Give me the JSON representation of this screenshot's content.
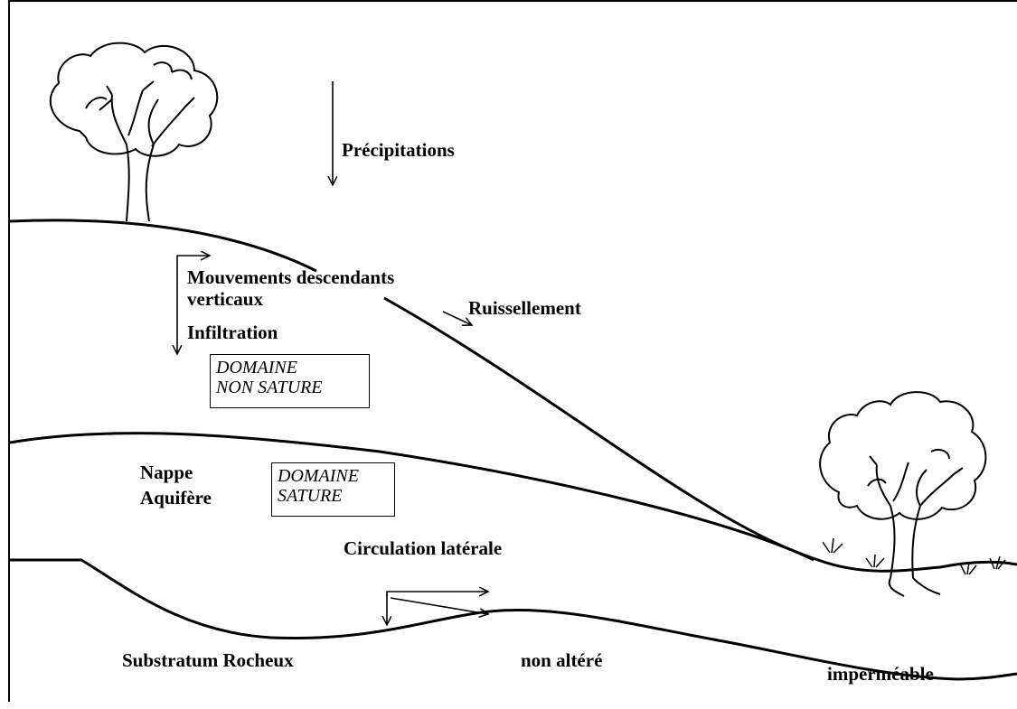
{
  "labels": {
    "precipitations": "Précipitations",
    "mouvements_line1": "Mouvements descendants",
    "mouvements_line2": "verticaux",
    "infiltration": "Infiltration",
    "ruissellement": "Ruissellement",
    "nappe_line1": "Nappe",
    "nappe_line2": "Aquifère",
    "circulation": "Circulation latérale",
    "substratum_1": "Substratum Rocheux",
    "substratum_2": "non altéré",
    "substratum_3": "imperméable"
  },
  "boxes": {
    "non_sature_line1": "DOMAINE",
    "non_sature_line2": "NON SATURE",
    "sature_line1": "DOMAINE",
    "sature_line2": "SATURE"
  }
}
